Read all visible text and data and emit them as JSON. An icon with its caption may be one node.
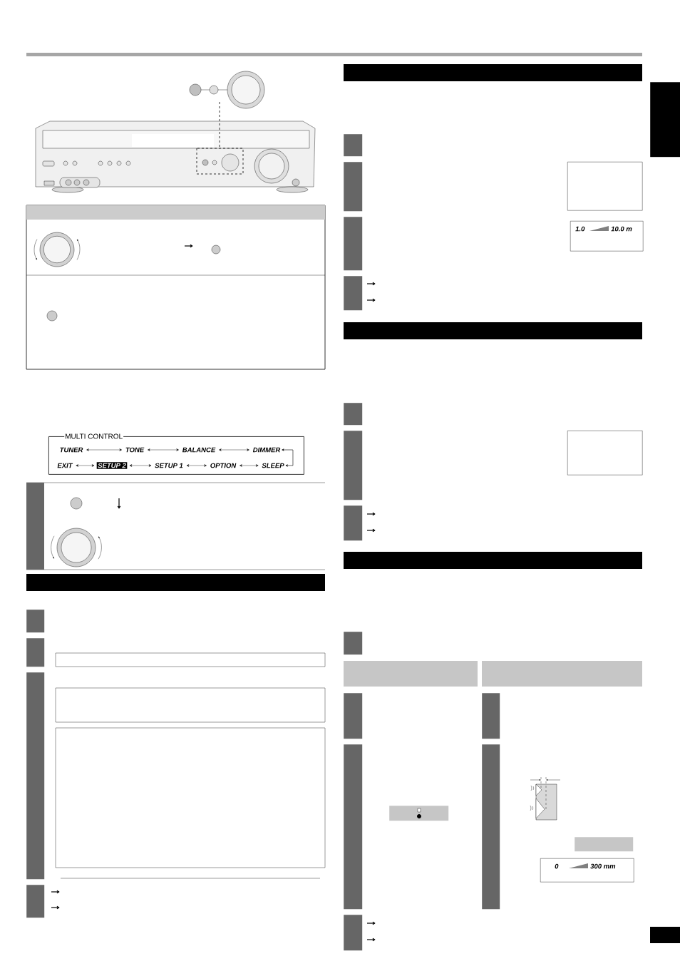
{
  "diagram": {
    "nodes": [
      {
        "text": [
          "MULTI CONTROL"
        ]
      },
      {
        "text": [
          "TUNER"
        ],
        "in": 0
      },
      {
        "text": [
          "TONE"
        ],
        "in": 0
      },
      {
        "text": [
          "BALANCE"
        ],
        "in": 0
      },
      {
        "text": [
          "DIMMER"
        ],
        "in": 0
      },
      {
        "text": [
          "EXIT"
        ],
        "in": 0
      },
      {
        "text": [
          "SETUP 2"
        ],
        "in": 0
      },
      {
        "text": [
          "SETUP 1"
        ],
        "in": 0
      },
      {
        "text": [
          "OPTION"
        ],
        "in": 0
      },
      {
        "text": [
          "SLEEP"
        ],
        "in": 0
      },
      {
        "text": [
          "1.0",
          "10.0 m"
        ]
      },
      {
        "text": [
          "0",
          "300 mm"
        ]
      },
      {
        "text": [],
        "shape": "box"
      },
      {
        "text": [],
        "shape": "box"
      },
      {
        "text": [],
        "shape": "box"
      },
      {
        "text": [],
        "shape": "box"
      },
      {
        "text": [],
        "shape": "box"
      },
      {
        "text": [],
        "shape": "box"
      },
      {
        "text": [],
        "shape": "box"
      },
      {
        "text": [],
        "shape": "box"
      },
      {
        "text": [],
        "shape": "box"
      },
      {
        "text": [],
        "shape": "box"
      },
      {
        "text": [],
        "shape": "box"
      },
      {
        "text": [],
        "shape": "box"
      },
      {
        "text": [],
        "shape": "box"
      },
      {
        "text": [],
        "shape": "box"
      },
      {
        "text": [],
        "shape": "box"
      },
      {
        "text": [],
        "shape": "box"
      },
      {
        "text": [],
        "shape": "box"
      },
      {
        "text": [],
        "shape": "box"
      },
      {
        "text": [],
        "shape": "box"
      },
      {
        "text": [],
        "shape": "box"
      },
      {
        "text": [],
        "shape": "box"
      },
      {
        "text": [],
        "shape": "box"
      }
    ],
    "edges": [
      {
        "from": 1,
        "to": 2,
        "arrow": "both"
      },
      {
        "from": 2,
        "to": 3,
        "arrow": "both"
      },
      {
        "from": 3,
        "to": 4,
        "arrow": "both"
      },
      {
        "from": 4,
        "to": 9,
        "arrow": "both"
      },
      {
        "from": 9,
        "to": 8,
        "arrow": "both"
      },
      {
        "from": 8,
        "to": 7,
        "arrow": "both"
      },
      {
        "from": 7,
        "to": 6,
        "arrow": "both"
      },
      {
        "from": 6,
        "to": 5,
        "arrow": "both"
      }
    ]
  }
}
